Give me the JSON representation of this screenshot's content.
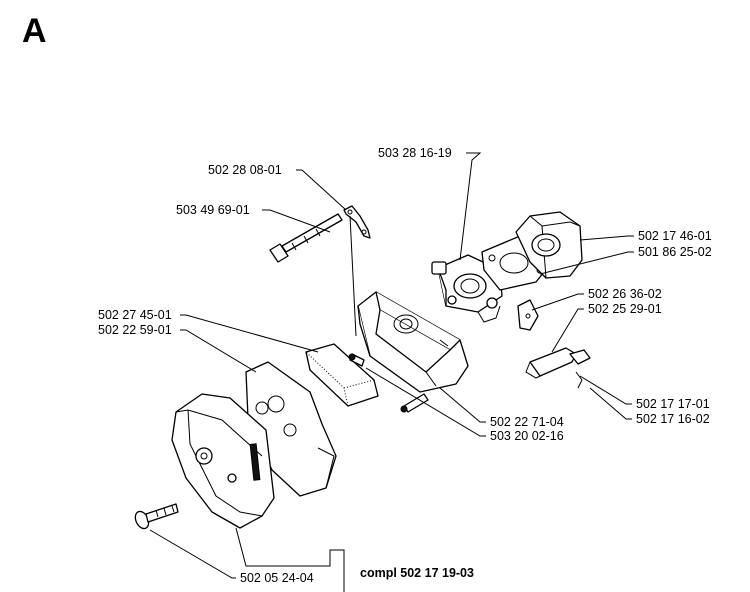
{
  "section_letter": "A",
  "parts": {
    "carburetor": "503 28 16-19",
    "bracket": "502 28 08-01",
    "bolt": "503 49 69-01",
    "intake_adapter": "502 17 46-01",
    "gasket": "501 86 25-02",
    "plate_upper": "502 26 36-02",
    "plate_lower": "502 25 29-01",
    "filter_foam": "502 27 45-01",
    "filter_pad": "502 22 59-01",
    "lever_upper": "502 17 17-01",
    "lever_lower": "502 17 16-02",
    "screw_holder": "502 22 71-04",
    "screw_small": "503 20 02-16",
    "cover_knob": "502 05 24-04",
    "complete_assembly": "compl 502 17 19-03"
  }
}
